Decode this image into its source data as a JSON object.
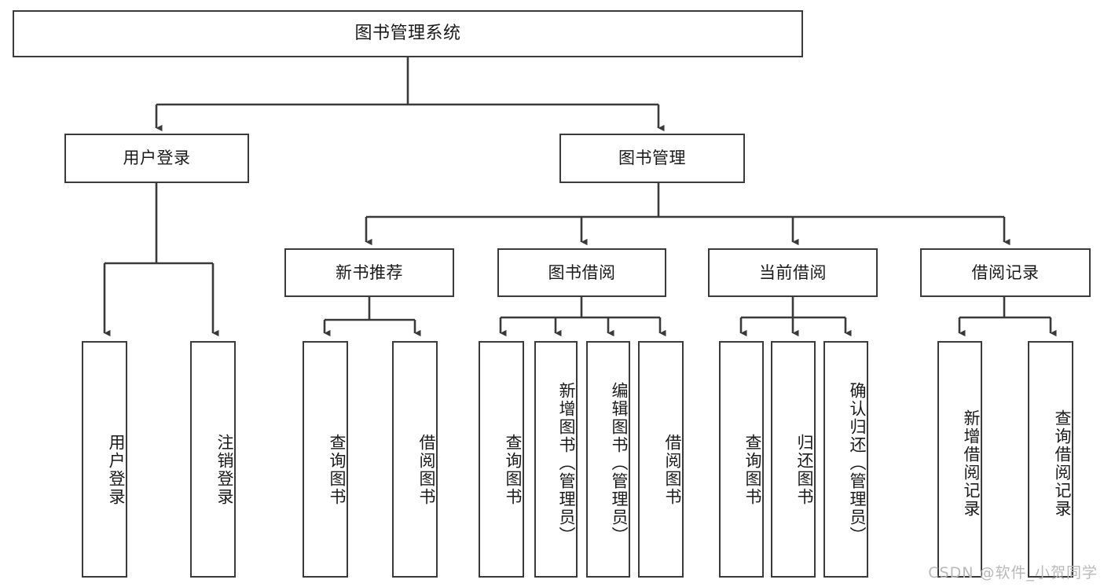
{
  "diagram": {
    "title": "图书管理系统",
    "type": "tree-hierarchy",
    "background_color": "#ffffff",
    "line_color": "#3a3a3a",
    "text_color": "#1a1a1a"
  },
  "watermark": {
    "text": "CSDN @软件_小贺同学",
    "color": "#b9b9b9"
  },
  "nodes": {
    "root": {
      "label": "图书管理系统"
    },
    "l1": [
      {
        "label": "用户登录"
      },
      {
        "label": "图书管理"
      }
    ],
    "l2": [
      {
        "label": "新书推荐"
      },
      {
        "label": "图书借阅"
      },
      {
        "label": "当前借阅"
      },
      {
        "label": "借阅记录"
      }
    ],
    "leaves_login": [
      {
        "label": "用户登录"
      },
      {
        "label": "注销登录"
      }
    ],
    "leaves_newbook": [
      {
        "label": "查询图书"
      },
      {
        "label": "借阅图书"
      }
    ],
    "leaves_borrow": [
      {
        "label": "查询图书"
      },
      {
        "label": "新增图书（管理员）"
      },
      {
        "label": "编辑图书（管理员）"
      },
      {
        "label": "借阅图书"
      }
    ],
    "leaves_current": [
      {
        "label": "查询图书"
      },
      {
        "label": "归还图书"
      },
      {
        "label": "确认归还（管理员）"
      }
    ],
    "leaves_record": [
      {
        "label": "新增借阅记录"
      },
      {
        "label": "查询借阅记录"
      }
    ]
  }
}
